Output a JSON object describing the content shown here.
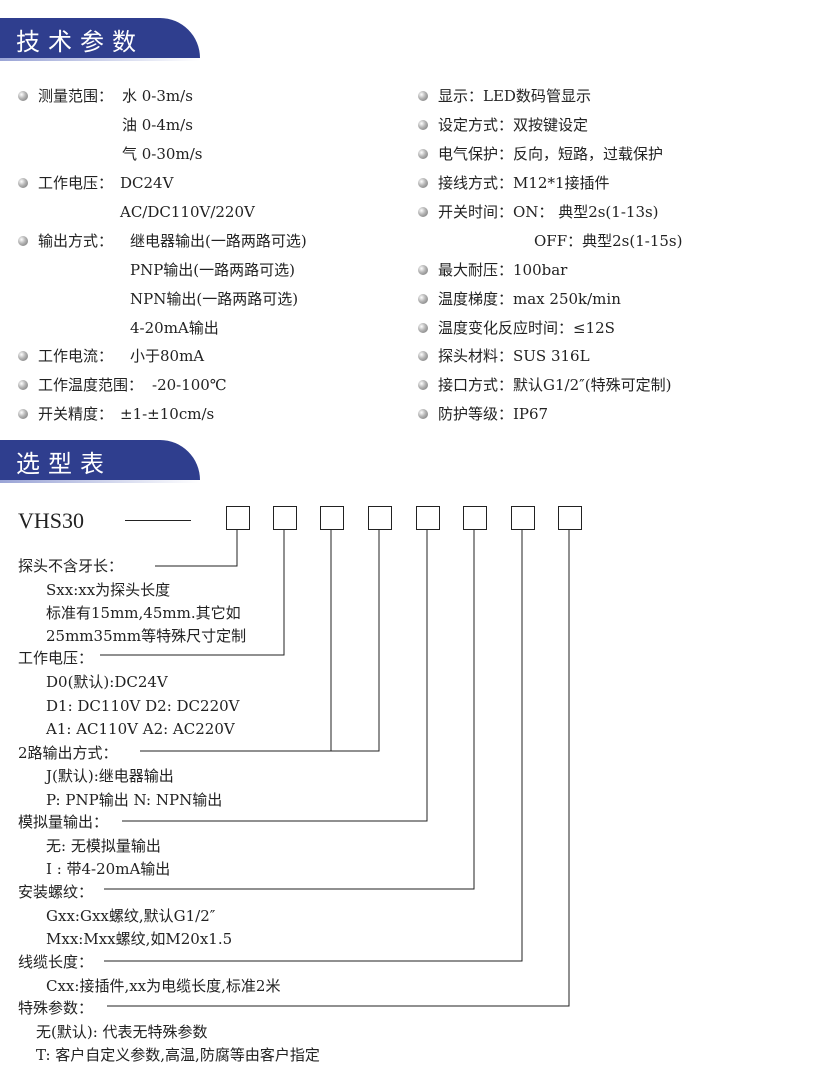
{
  "spec_header": "技术参数",
  "select_header": "选型表",
  "specs_left": [
    {
      "label": "测量范围：",
      "lines": [
        "水  0-3m/s",
        "油  0-4m/s",
        "气  0-30m/s"
      ]
    },
    {
      "label": "工作电压：",
      "lines": [
        "DC24V",
        "AC/DC110V/220V"
      ]
    },
    {
      "label": "输出方式：",
      "lines": [
        "继电器输出(一路两路可选)",
        "PNP输出(一路两路可选)",
        "NPN输出(一路两路可选)",
        "4-20mA输出"
      ]
    },
    {
      "label": "工作电流：",
      "lines": [
        "小于80mA"
      ]
    },
    {
      "label": "工作温度范围：",
      "lines": [
        "-20-100℃"
      ]
    },
    {
      "label": "开关精度：",
      "lines": [
        "±1-±10cm/s"
      ]
    }
  ],
  "specs_right": [
    {
      "text": "显示：LED数码管显示"
    },
    {
      "text": "设定方式：双按键设定"
    },
    {
      "text": "电气保护：反向，短路，过载保护"
    },
    {
      "text": "接线方式：M12*1接插件"
    },
    {
      "text": " 开关时间：ON：  典型2s(1-13s)"
    },
    {
      "text": "OFF：典型2s(1-15s)"
    },
    {
      "text": "最大耐压：100bar"
    },
    {
      "text": "温度梯度：max 250k/min"
    },
    {
      "text": "温度变化反应时间：≤12S"
    },
    {
      "text": "探头材料：SUS 316L"
    },
    {
      "text": "接口方式：默认G1/2″(特殊可定制)"
    },
    {
      "text": "防护等级：IP67"
    }
  ],
  "model": "VHS30",
  "selection": [
    {
      "title": "探头不含牙长：",
      "lines": [
        "Sxx:xx为探头长度",
        "标准有15mm,45mm.其它如",
        "25mm35mm等特殊尺寸定制"
      ]
    },
    {
      "title": "工作电压：",
      "lines": [
        "D0(默认):DC24V",
        "D1: DC110V   D2: DC220V",
        "A1: AC110V   A2: AC220V"
      ]
    },
    {
      "title": "2路输出方式：",
      "lines": [
        "J(默认):继电器输出",
        "P: PNP输出   N: NPN输出"
      ]
    },
    {
      "title": "模拟量输出：",
      "lines": [
        "无:  无模拟量输出",
        "I :   带4-20mA输出"
      ]
    },
    {
      "title": "安装螺纹：",
      "lines": [
        "Gxx:Gxx螺纹,默认G1/2″",
        "Mxx:Mxx螺纹,如M20x1.5"
      ]
    },
    {
      "title": "线缆长度：",
      "lines": [
        "Cxx:接插件,xx为电缆长度,标准2米"
      ]
    },
    {
      "title": "特殊参数：",
      "lines": [
        "无(默认): 代表无特殊参数",
        "T:          客户自定义参数,高温,防腐等由客户指定"
      ]
    }
  ]
}
